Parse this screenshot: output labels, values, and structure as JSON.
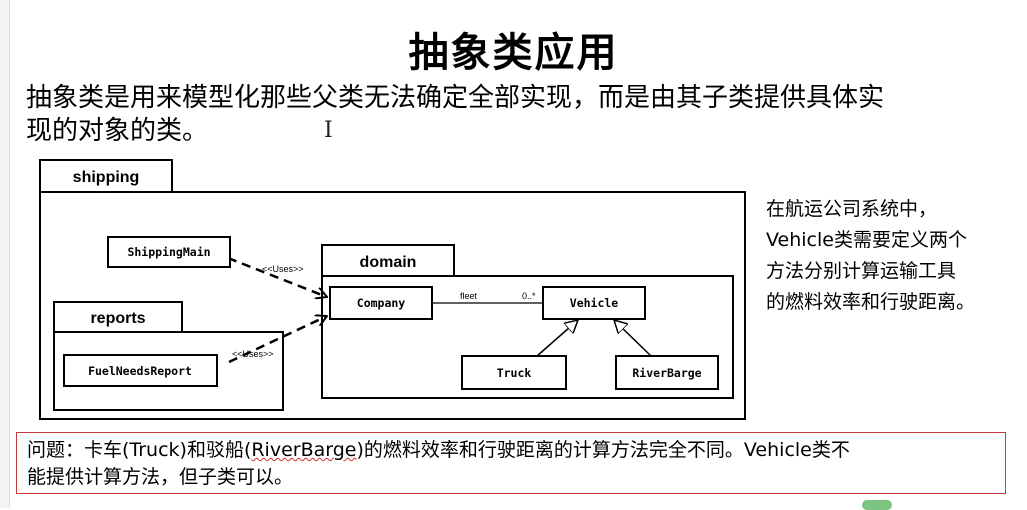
{
  "slide": {
    "title": "抽象类应用",
    "intro_line1": "抽象类是用来模型化那些父类无法确定全部实现，而是由其子类提供具体实",
    "intro_line2": "现的对象的类。",
    "cursor_glyph": "I"
  },
  "diagram": {
    "packages": {
      "shipping": "shipping",
      "domain": "domain",
      "reports": "reports"
    },
    "classes": {
      "shipping_main": "ShippingMain",
      "company": "Company",
      "vehicle": "Vehicle",
      "truck": "Truck",
      "river_barge": "RiverBarge",
      "fuel_needs_report": "FuelNeedsReport"
    },
    "association": {
      "role": "fleet",
      "multiplicity": "0..*"
    },
    "uses_label": "<<Uses>>"
  },
  "side_note": {
    "line1": "在航运公司系统中，",
    "line2": "Vehicle类需要定义两个",
    "line3": "方法分别计算运输工具",
    "line4": "的燃料效率和行驶距离。"
  },
  "problem": {
    "prefix": "问题：卡车(Truck)和驳船(",
    "term": "RiverBarge",
    "rest_line1": ")的燃料效率和行驶距离的计算方法完全不同。Vehicle类不",
    "line2": "能提供计算方法，但子类可以。"
  }
}
